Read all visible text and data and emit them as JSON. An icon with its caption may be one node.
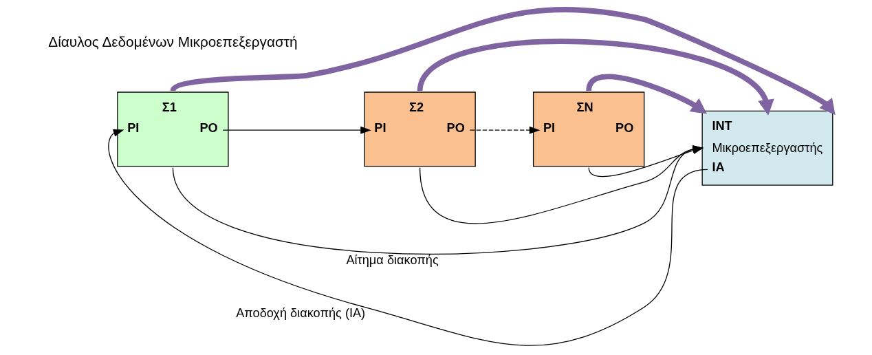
{
  "diagram": {
    "nodes": [
      {
        "text": [
          "Σ1",
          "PI",
          "PO"
        ]
      },
      {
        "text": [
          "Σ2",
          "PI",
          "PO"
        ]
      },
      {
        "text": [
          "ΣΝ",
          "PI",
          "PO"
        ]
      },
      {
        "text": [
          "INT",
          "Μικροεπεξεργαστής",
          "IA"
        ]
      }
    ],
    "edges": [
      {
        "from": 0,
        "to": 1,
        "arrow": "to"
      },
      {
        "from": 1,
        "to": 2,
        "arrow": "to",
        "style": "dashed"
      },
      {
        "from": 3,
        "to": 0,
        "arrow": "to",
        "label": "Αποδοχή διακοπής (IA)"
      },
      {
        "from": 0,
        "to": 3,
        "arrow": "to",
        "label": "Αίτημα διακοπής"
      },
      {
        "from": 1,
        "to": 3,
        "arrow": "to"
      },
      {
        "from": 2,
        "to": 3,
        "arrow": "to"
      },
      {
        "from": 0,
        "to": 3,
        "arrow": "to",
        "style": "thick",
        "color": "#8064a2"
      },
      {
        "from": 1,
        "to": 3,
        "arrow": "to",
        "style": "thick",
        "color": "#8064a2"
      },
      {
        "from": 2,
        "to": 3,
        "arrow": "to",
        "style": "thick",
        "color": "#8064a2"
      }
    ],
    "labels": [
      "Δίαυλος Δεδομένων Μικροεπεξεργαστή"
    ]
  }
}
